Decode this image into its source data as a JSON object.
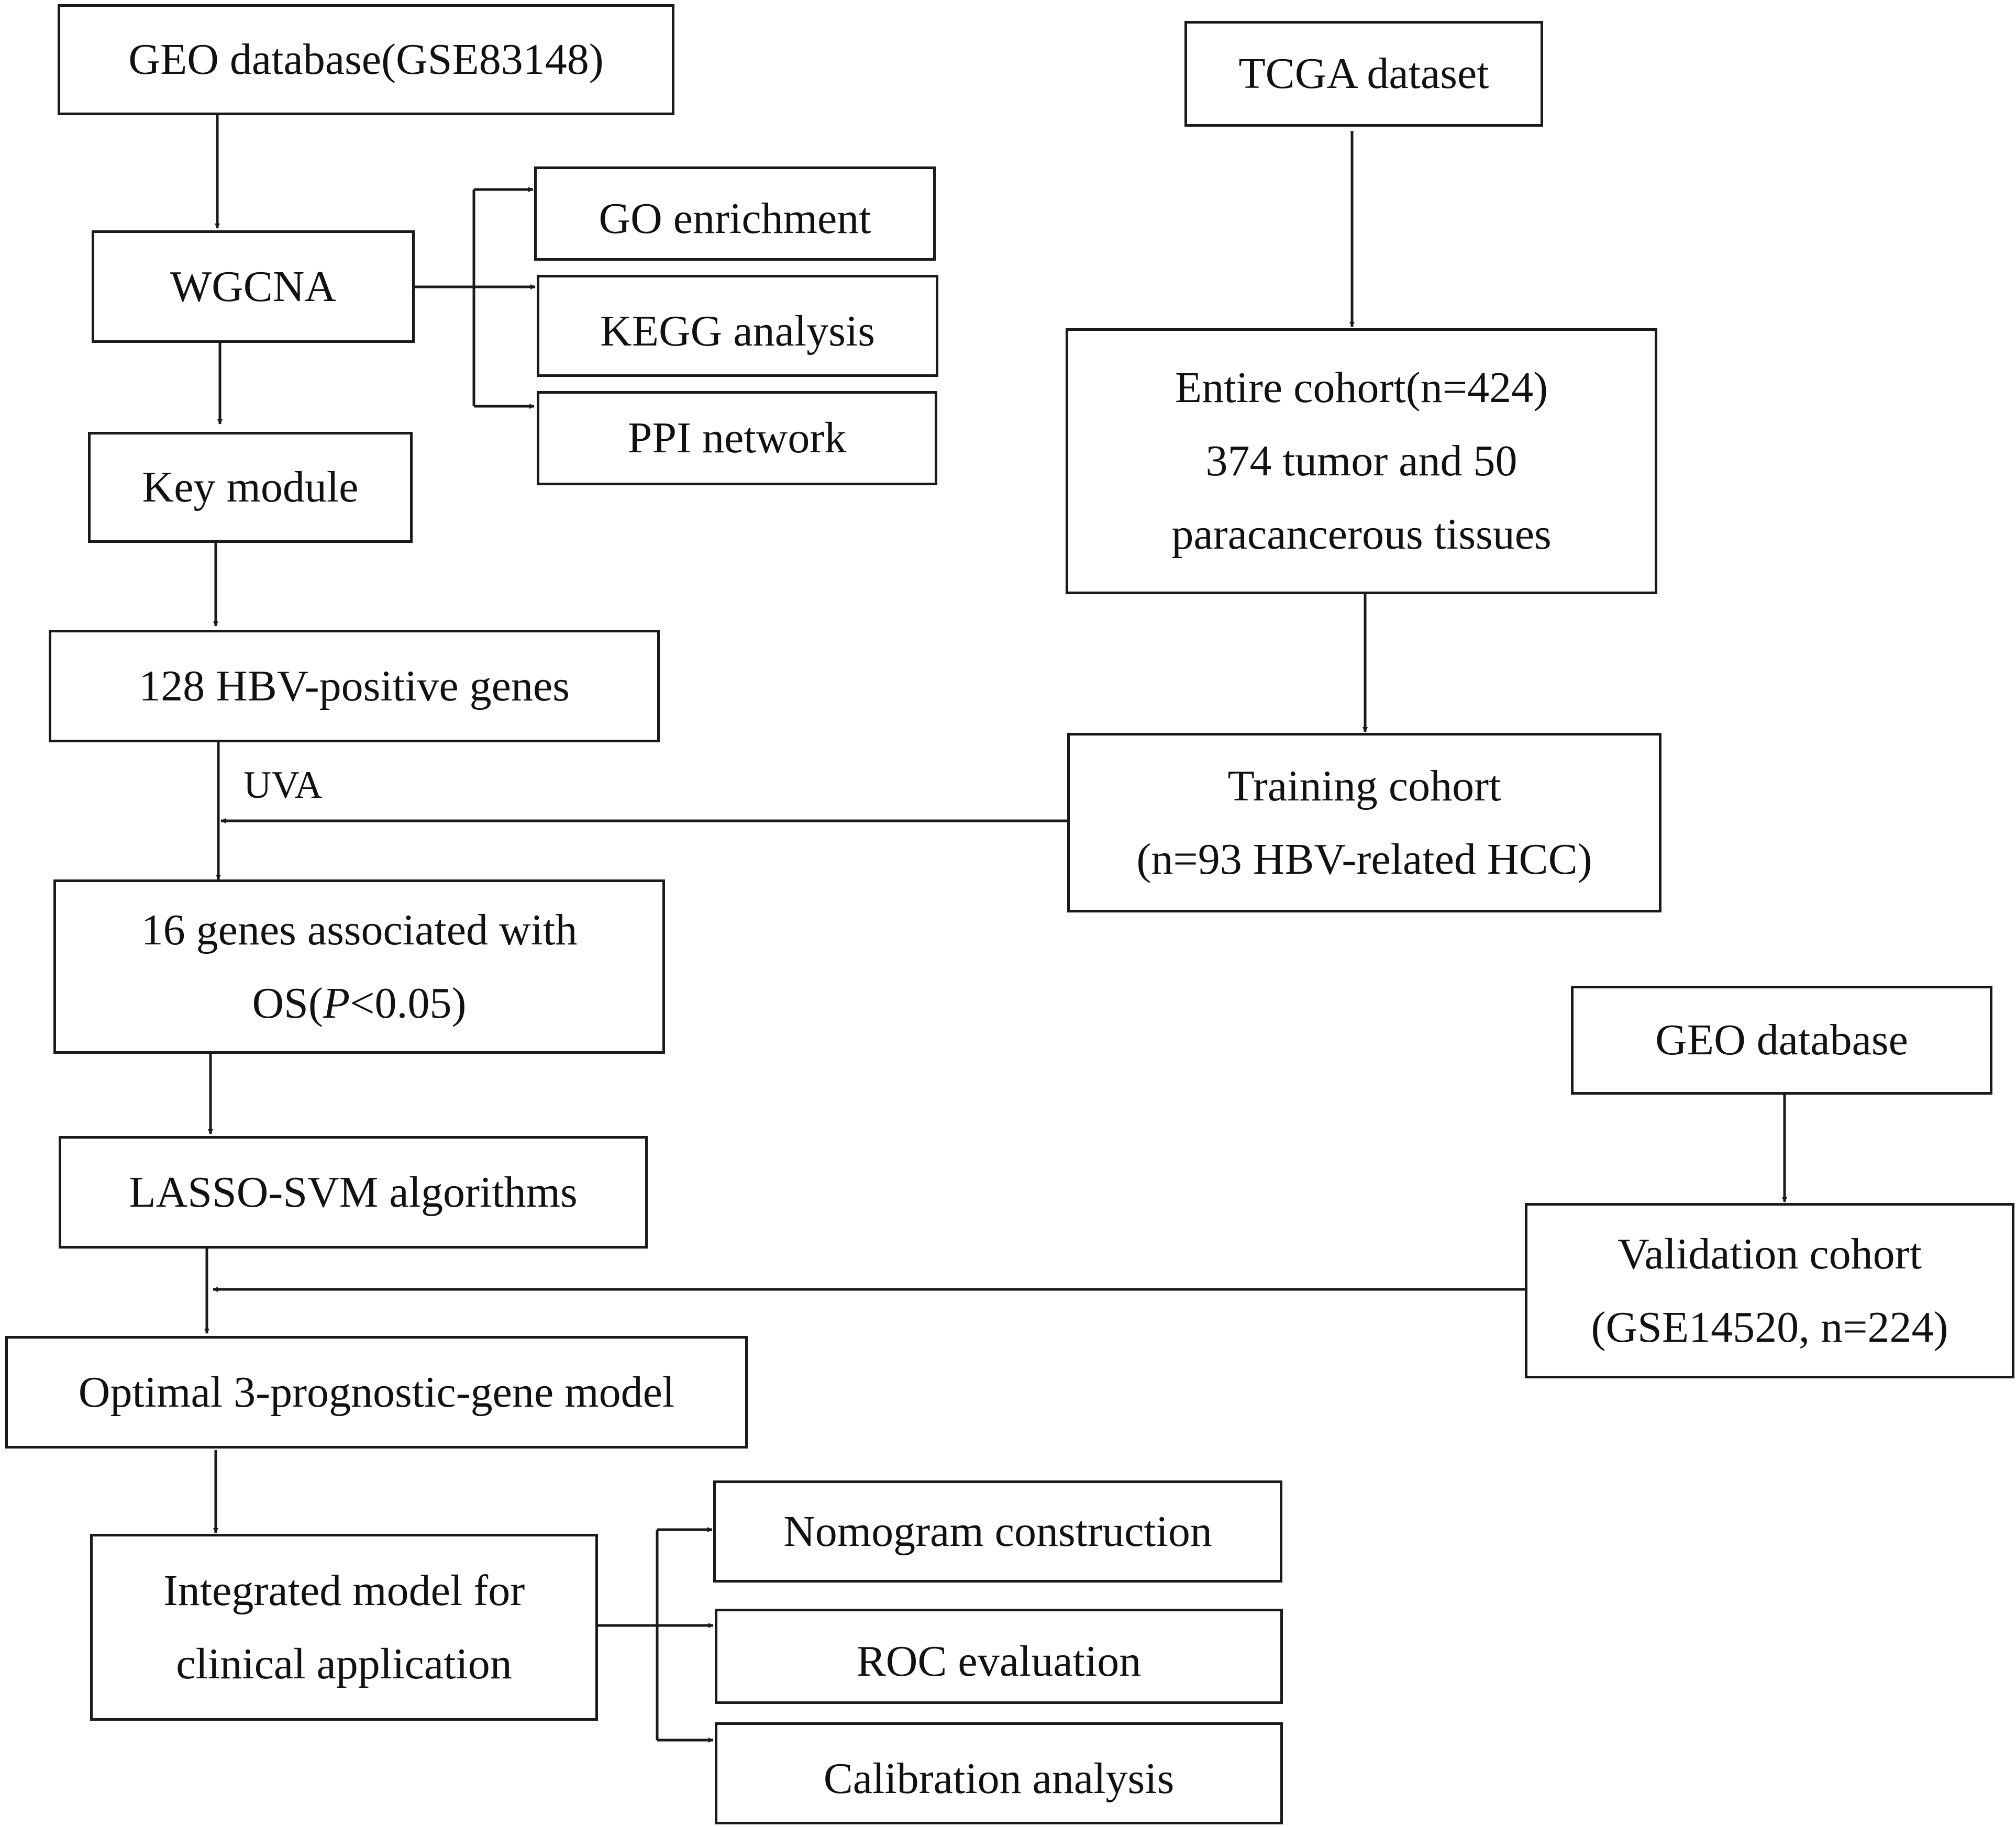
{
  "nodes": {
    "geo_gse83148": "GEO database(GSE83148)",
    "wgcna": "WGCNA",
    "go_enrichment": "GO enrichment",
    "kegg_analysis": "KEGG analysis",
    "ppi_network": "PPI network",
    "key_module": "Key module",
    "hbv_genes": "128 HBV-positive genes",
    "os_genes": {
      "line1": "16 genes associated with",
      "pre": "OS(",
      "italic": "P",
      "post": "<0.05)"
    },
    "lasso_svm": "LASSO-SVM algorithms",
    "optimal_model": "Optimal 3-prognostic-gene model",
    "integrated_model": [
      "Integrated model for",
      "clinical application"
    ],
    "nomogram": "Nomogram construction",
    "roc": "ROC evaluation",
    "calibration": "Calibration analysis",
    "tcga": "TCGA dataset",
    "entire_cohort": [
      "Entire cohort(n=424)",
      "374 tumor and 50",
      "paracancerous tissues"
    ],
    "training_cohort": [
      "Training cohort",
      "(n=93 HBV-related HCC)"
    ],
    "geo_database": "GEO database",
    "validation_cohort": [
      "Validation cohort",
      "(GSE14520, n=224)"
    ]
  },
  "edge_labels": {
    "uva": "UVA"
  }
}
